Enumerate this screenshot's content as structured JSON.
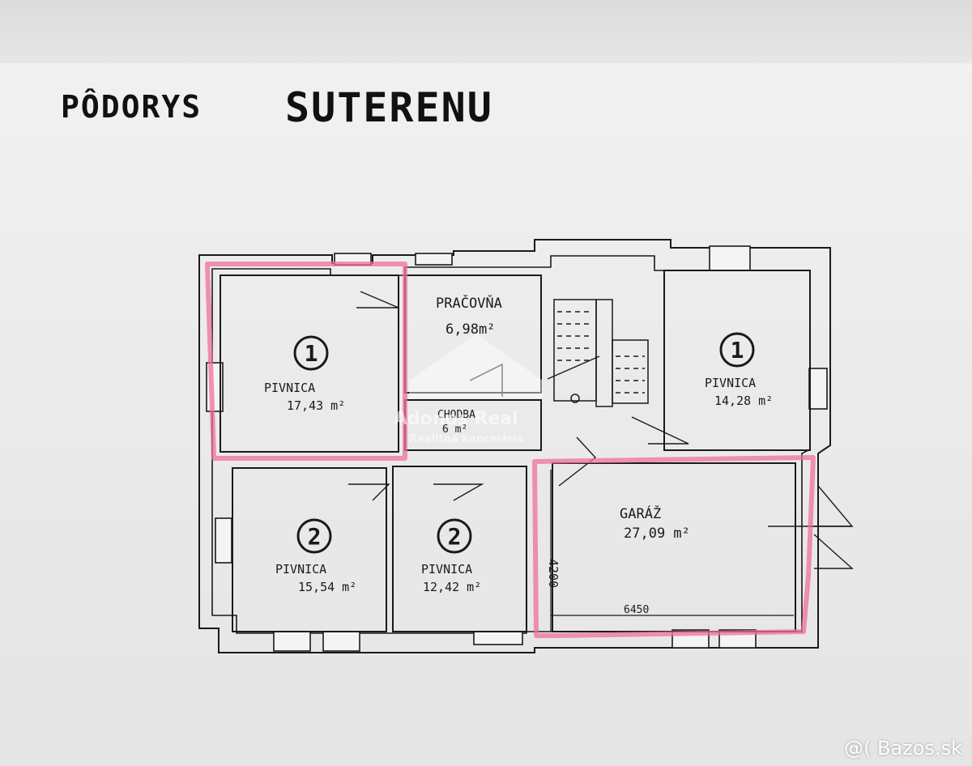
{
  "heading": {
    "left": "PÔDORYS",
    "right": "SUTERENU"
  },
  "rooms": [
    {
      "id": "pivnica-1-left",
      "number": "1",
      "name": "PIVNICA",
      "area": "17,43 m²"
    },
    {
      "id": "pracovna",
      "number": "",
      "name": "PRAČOVŇA",
      "area": "6,98m²"
    },
    {
      "id": "pivnica-1-right",
      "number": "1",
      "name": "PIVNICA",
      "area": "14,28 m²"
    },
    {
      "id": "chodba",
      "number": "",
      "name": "CHODBA",
      "area": "6 m²"
    },
    {
      "id": "pivnica-2-left",
      "number": "2",
      "name": "PIVNICA",
      "area": "15,54 m²"
    },
    {
      "id": "pivnica-2-mid",
      "number": "2",
      "name": "PIVNICA",
      "area": "12,42 m²"
    },
    {
      "id": "garaz",
      "number": "",
      "name": "GARÁŽ",
      "area": "27,09 m²"
    }
  ],
  "dimensions": {
    "garage_width": "6450",
    "garage_depth": "4200"
  },
  "watermark": {
    "name": "Adonos Real",
    "subtitle": "Realitná kancelária"
  },
  "footer": {
    "site": "@( Bazos.sk"
  },
  "colors": {
    "highlight": "#ee6f9f",
    "ink": "#1a1a1a"
  }
}
